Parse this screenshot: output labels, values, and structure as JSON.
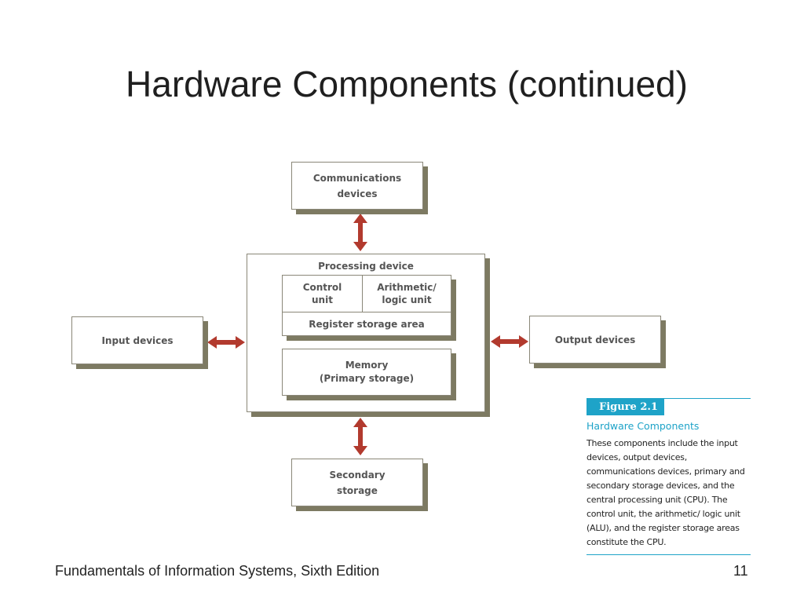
{
  "slide": {
    "title": "Hardware Components (continued)",
    "footer": "Fundamentals of Information Systems, Sixth Edition",
    "page_number": "11"
  },
  "diagram": {
    "communications": "Communications\ndevices",
    "processing_label": "Processing device",
    "control_unit": "Control\nunit",
    "alu": "Arithmetic/\nlogic unit",
    "register": "Register storage area",
    "memory": "Memory\n(Primary storage)",
    "input": "Input devices",
    "output": "Output devices",
    "secondary": "Secondary\nstorage",
    "arrow_color": "#b23a2e",
    "shadow_color": "#7d7a62"
  },
  "caption": {
    "figure_label": "Figure 2.1",
    "title": "Hardware Components",
    "body": "These components include the input devices, output devices, communications devices, primary and secondary storage devices, and the central processing unit (CPU). The control unit, the arithmetic/ logic unit (ALU), and the register storage areas constitute the CPU.",
    "accent_color": "#1ea3c8"
  }
}
